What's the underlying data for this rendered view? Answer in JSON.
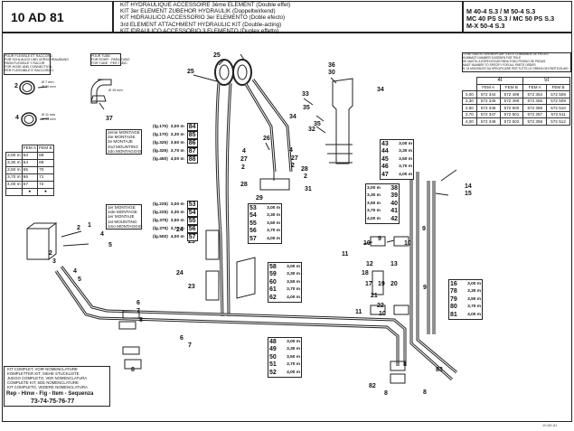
{
  "header": {
    "code": "10 AD 81",
    "titles": [
      "KIT HYDRAULIQUE ACCESSOIRE 3ème ELEMENT (Double effet)",
      "KIT 3er ELEMENT ZUBEHOR HYDRAULIK (Doppeltwirkend)",
      "KIT HIDRAULICO ACCESSORIO 3er ELEMENTO (Doble efecto)",
      "3rd ELEMENT ATTACHMENT HYDRAULIC KIT (Double-acting)",
      "KIT IDRAULICO ACCESSORIO 3 ELEMENTO (Duplex effetto)"
    ],
    "models": [
      "M 40-4 S.3 / M 50-4 S.3",
      "MC 40 PS S.3 / MC 50 PS S.3",
      "M-X 50-4 S.3"
    ]
  },
  "left_note": [
    "POUR FLEXIBLE ET RACCORD",
    "FÜR SCHLAUCH UND VERSCHRAUBUNG",
    "PARA FLEXIBLE Y RACOR",
    "FOR HOSE AND CONNECTION",
    "PER FLESSIBILE E RACCORDO"
  ],
  "tube_note": [
    "POUR TUBE",
    "FÜR ROHR · PARA TUBO",
    "FOR TUBE · PER TUBO"
  ],
  "fem_table": {
    "headers": [
      "",
      "FEM A",
      "FEM B"
    ],
    "rows": [
      [
        "3,00 m",
        "63",
        "68"
      ],
      [
        "3,30 m",
        "64",
        "69"
      ],
      [
        "3,50 m",
        "65",
        "70"
      ],
      [
        "3,70 m",
        "66",
        "71"
      ],
      [
        "4,00 m",
        "67",
        "72"
      ],
      [
        "",
        "●",
        "●"
      ]
    ]
  },
  "ref_note": [
    "TO BE SAID A L'ORDRE/POUR TOUTE COMMANDE DE PIECES",
    "HUBMAST NUMMER ZUGEBEN FUR TEILE",
    "DE MASTIL A ESPECIFICAR PARA TODO PEDIDO DE PIEZAS",
    "MAST NUMBER TO SPECIFY FOR ALL PARTS ORDER",
    "N. DI MONTANTE DA SPECIFICARE PER TUTTE LE ORDINI DEI PARTICOLARI"
  ],
  "ref_table": {
    "group_headers": [
      "4t",
      "5t"
    ],
    "sub_headers": [
      "FEM A",
      "FEM B",
      "FEM A",
      "FEM B"
    ],
    "rows": [
      [
        "3,00",
        "572 344",
        "572 498",
        "572 354",
        "572 508"
      ],
      [
        "3,30",
        "572 345",
        "572 499",
        "572 355",
        "572 509"
      ],
      [
        "3,50",
        "572 346",
        "572 500",
        "572 356",
        "572 510"
      ],
      [
        "3,70",
        "572 347",
        "572 501",
        "572 357",
        "572 511"
      ],
      [
        "4,00",
        "572 348",
        "572 502",
        "572 358",
        "572 512"
      ]
    ]
  },
  "hose_upper": {
    "labels": [
      "2eme MONTAGE",
      "2te MONTAGE",
      "2e MONTAJE",
      "2nd MOUNTING",
      "2do MONTAGGIO"
    ],
    "rows": [
      {
        "g": "(lg.170)",
        "len": "3,00 m",
        "n": "84"
      },
      {
        "g": "(lg.170)",
        "len": "3,30 m",
        "n": "85"
      },
      {
        "g": "(lg.325)",
        "len": "3,50 m",
        "n": "86"
      },
      {
        "g": "(lg.325)",
        "len": "3,70 m",
        "n": "87"
      },
      {
        "g": "(lg.450)",
        "len": "4,00 m",
        "n": "88"
      }
    ]
  },
  "hose_lower": {
    "labels": [
      "1er MONTAGE",
      "1ste MONTAGE",
      "1er MONTAJE",
      "1st MOUNTING",
      "1mo MONTAGGIO"
    ],
    "rows": [
      {
        "g": "(lg.225)",
        "len": "3,00 m",
        "n": "53"
      },
      {
        "g": "(lg.225)",
        "len": "3,30 m",
        "n": "54"
      },
      {
        "g": "(lg.375)",
        "len": "3,50 m",
        "n": "55"
      },
      {
        "g": "(lg.375)",
        "len": "3,70 m",
        "n": "56"
      },
      {
        "g": "(lg.500)",
        "len": "4,00 m",
        "n": "57"
      }
    ]
  },
  "lists": {
    "c53": [
      [
        "53",
        "3,00 m"
      ],
      [
        "54",
        "3,30 m"
      ],
      [
        "55",
        "3,50 m"
      ],
      [
        "56",
        "3,70 m"
      ],
      [
        "57",
        "4,00 m"
      ]
    ],
    "c58": [
      [
        "58",
        "3,00 m"
      ],
      [
        "59",
        "3,30 m"
      ],
      [
        "60",
        "3,50 m"
      ],
      [
        "61",
        "3,70 m"
      ],
      [
        "62",
        "4,00 m"
      ]
    ],
    "c48": [
      [
        "48",
        "3,00 m"
      ],
      [
        "49",
        "3,30 m"
      ],
      [
        "50",
        "3,50 m"
      ],
      [
        "51",
        "3,70 m"
      ],
      [
        "52",
        "4,00 m"
      ]
    ],
    "c43": [
      [
        "43",
        "3,00 m"
      ],
      [
        "44",
        "3,30 m"
      ],
      [
        "45",
        "3,50 m"
      ],
      [
        "46",
        "3,70 m"
      ],
      [
        "47",
        "4,00 m"
      ]
    ],
    "c38": [
      [
        "3,00 m",
        "38"
      ],
      [
        "3,30 m",
        "39"
      ],
      [
        "3,50 m",
        "40"
      ],
      [
        "3,70 m",
        "41"
      ],
      [
        "4,00 m",
        "42"
      ]
    ],
    "c16": [
      [
        "16",
        "3,00 m"
      ],
      [
        "78",
        "3,30 m"
      ],
      [
        "79",
        "3,50 m"
      ],
      [
        "80",
        "3,70 m"
      ],
      [
        "81",
        "4,00 m"
      ]
    ]
  },
  "callouts": {
    "p1": "1",
    "p2": "2",
    "p3": "3",
    "p4": "4",
    "p5": "5",
    "p6": "6",
    "p7": "7",
    "p8": "8",
    "p9": "9",
    "p10": "10",
    "p11": "11",
    "p12": "12",
    "p13": "13",
    "p14": "14",
    "p15": "15",
    "p17": "17",
    "p18": "18",
    "p19": "19",
    "p20": "20",
    "p21": "21",
    "p22": "22",
    "p23": "23",
    "p24": "24",
    "p25": "25",
    "p26": "26",
    "p27": "27",
    "p28": "28",
    "p29": "29",
    "p30": "30",
    "p31": "31",
    "p32": "32",
    "p33": "33",
    "p34": "34",
    "p35": "35",
    "p36": "36",
    "p37": "37",
    "p82": "82",
    "p83": "83"
  },
  "dims": {
    "d1": "Ø 7 mm",
    "d2": "Ø 10 mm",
    "d3": "Ø 11 mm",
    "d4": "Ø 13 mm",
    "d5": "Ø 10 mm"
  },
  "bottom_note": [
    "KIT COMPLET, VOIR NOMENCLATURE",
    "KOMPLETTER KIT, SIEHE STUCKLISTE",
    "JUEGO COMPLETO, VER NOMENCLATURA",
    "COMPLETE KIT, SEE NOMENCLATURE",
    "KIT COMPLETO, VEDERE NOMENCLATURA"
  ],
  "bottom_rep": "Rep - Hinw - Fig - Item - Sequenza",
  "bottom_items": "73-74-75-76-77",
  "footer_ref": "10 AD 81"
}
